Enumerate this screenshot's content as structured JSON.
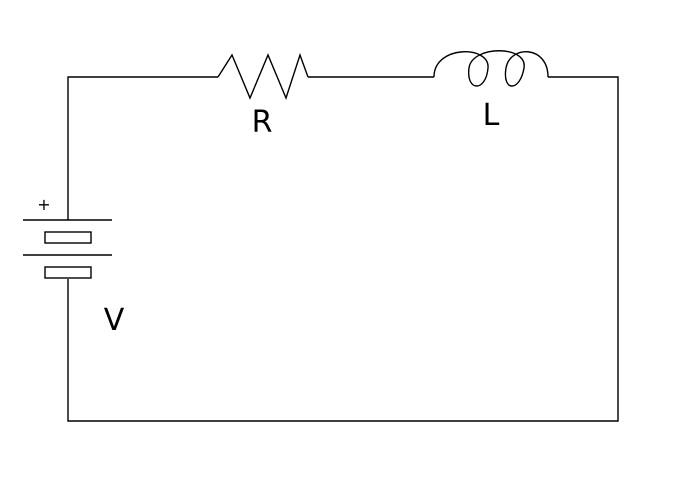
{
  "circuit": {
    "resistor_label": "R",
    "inductor_label": "L",
    "source_label": "V",
    "polarity_label": "+"
  },
  "colors": {
    "stroke": "#000000",
    "background": "#ffffff"
  }
}
